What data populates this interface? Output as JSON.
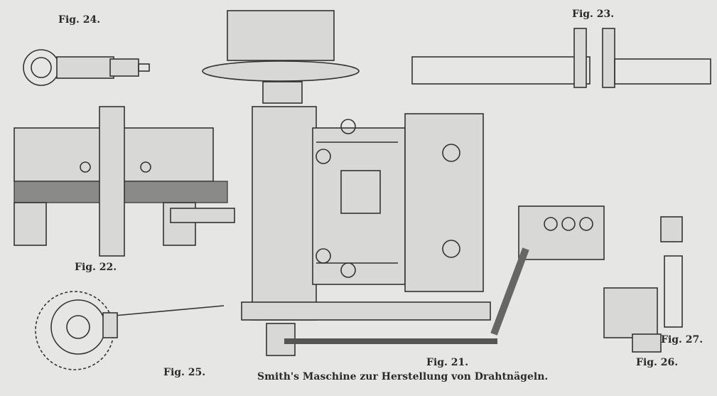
{
  "figures": {
    "fig24": "Fig. 24.",
    "fig23": "Fig. 23.",
    "fig22": "Fig. 22.",
    "fig21": "Fig. 21.",
    "fig25": "Fig. 25.",
    "fig26": "Fig. 26.",
    "fig27": "Fig. 27."
  },
  "caption": "Smith's Maschine zur Herstellung von Drahtnägeln."
}
